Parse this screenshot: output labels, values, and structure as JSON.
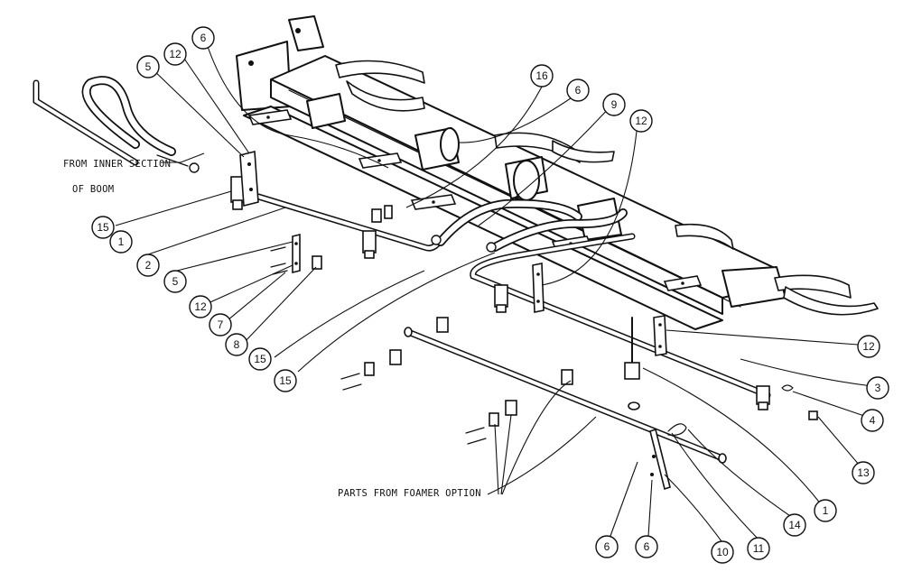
{
  "notes": {
    "inner_line1": "FROM INNER SECTION",
    "inner_line2": "OF BOOM",
    "foamer": "PARTS FROM FOAMER OPTION"
  },
  "callouts": [
    {
      "n": "1"
    },
    {
      "n": "2"
    },
    {
      "n": "3"
    },
    {
      "n": "4"
    },
    {
      "n": "5"
    },
    {
      "n": "5"
    },
    {
      "n": "6"
    },
    {
      "n": "6"
    },
    {
      "n": "6"
    },
    {
      "n": "6"
    },
    {
      "n": "7"
    },
    {
      "n": "8"
    },
    {
      "n": "9"
    },
    {
      "n": "10"
    },
    {
      "n": "11"
    },
    {
      "n": "12"
    },
    {
      "n": "12"
    },
    {
      "n": "12"
    },
    {
      "n": "12"
    },
    {
      "n": "13"
    },
    {
      "n": "14"
    },
    {
      "n": "15"
    },
    {
      "n": "15"
    },
    {
      "n": "15"
    },
    {
      "n": "16"
    },
    {
      "n": "1"
    }
  ]
}
